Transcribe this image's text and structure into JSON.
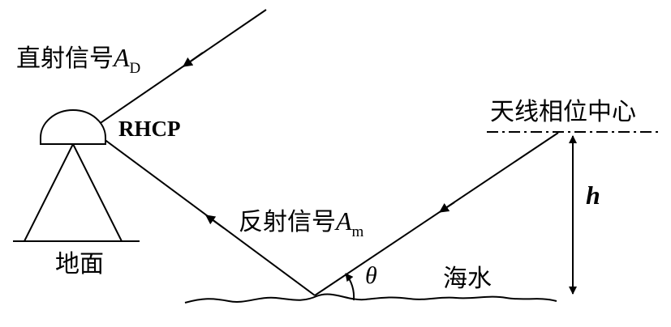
{
  "labels": {
    "direct_signal": "直射信号",
    "direct_symbol": "A",
    "direct_subscript": "D",
    "polarization": "RHCP",
    "antenna_phase_center": "天线相位中心",
    "height_symbol": "h",
    "reflected_signal": "反射信号",
    "reflected_symbol": "A",
    "reflected_subscript": "m",
    "angle_symbol": "θ",
    "sea_water": "海水",
    "ground": "地面"
  },
  "colors": {
    "line": "#000000",
    "background": "#ffffff"
  }
}
